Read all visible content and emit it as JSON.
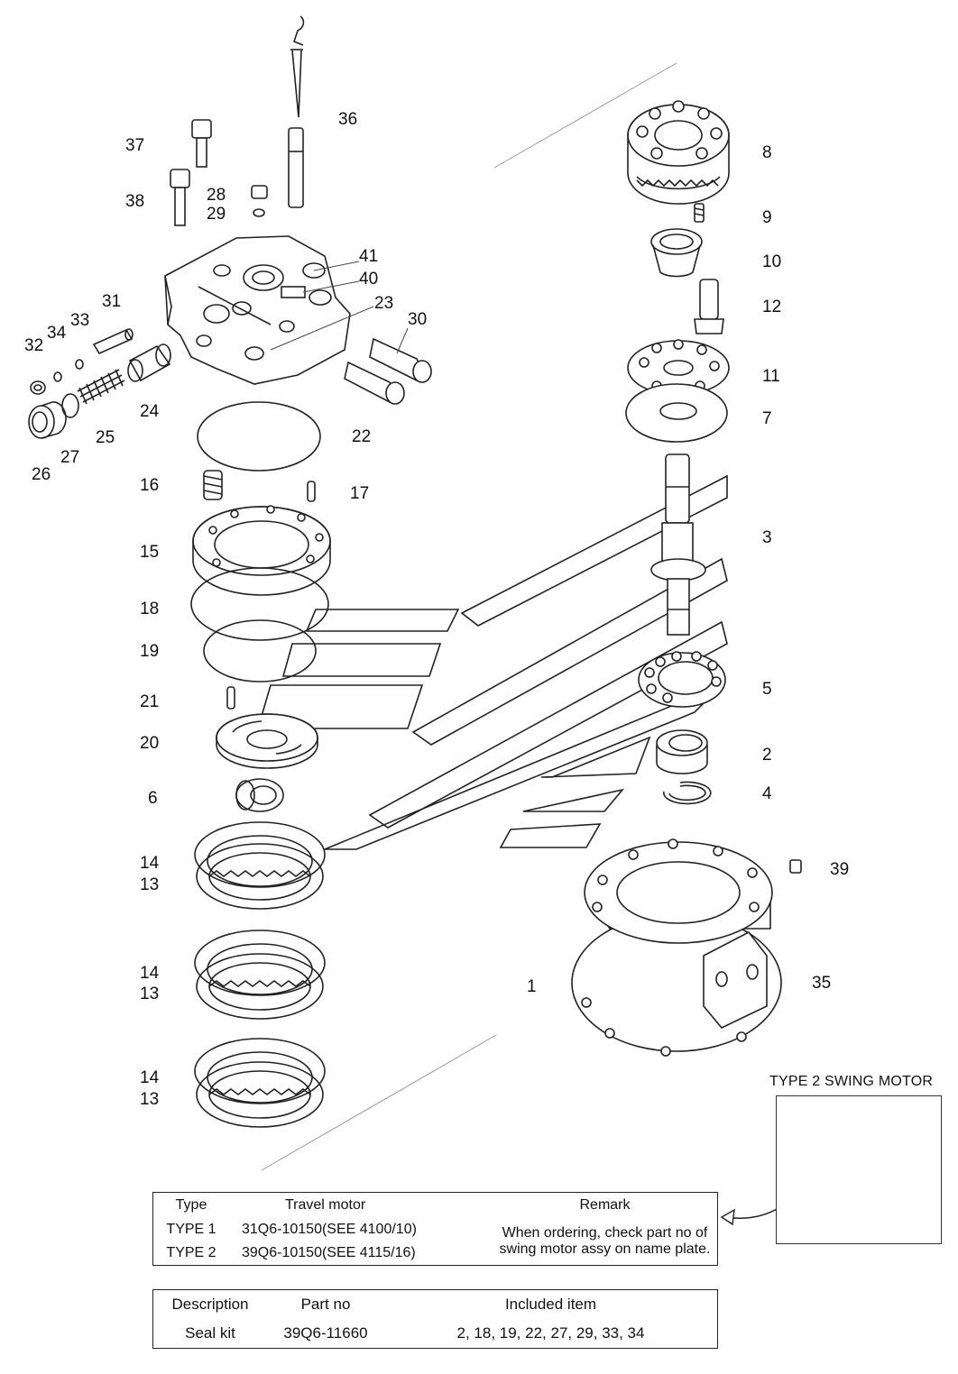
{
  "part_numbers": {
    "n1": "1",
    "n2": "2",
    "n3": "3",
    "n4": "4",
    "n5": "5",
    "n6": "6",
    "n7": "7",
    "n8": "8",
    "n9": "9",
    "n10": "10",
    "n11": "11",
    "n12": "12",
    "n13a": "13",
    "n13b": "13",
    "n13c": "13",
    "n14a": "14",
    "n14b": "14",
    "n14c": "14",
    "n15": "15",
    "n16": "16",
    "n17": "17",
    "n18": "18",
    "n19": "19",
    "n20": "20",
    "n21": "21",
    "n22": "22",
    "n23": "23",
    "n24": "24",
    "n25": "25",
    "n26": "26",
    "n27": "27",
    "n28": "28",
    "n29": "29",
    "n30": "30",
    "n31": "31",
    "n32": "32",
    "n33": "33",
    "n34": "34",
    "n35": "35",
    "n36": "36",
    "n37": "37",
    "n38": "38",
    "n39": "39",
    "n40": "40",
    "n41": "41"
  },
  "type2_caption": "TYPE 2 SWING MOTOR",
  "type_table": {
    "headers": {
      "type": "Type",
      "motor": "Travel motor",
      "remark": "Remark"
    },
    "rows": [
      {
        "type": "TYPE 1",
        "motor": "31Q6-10150(SEE 4100/10)"
      },
      {
        "type": "TYPE 2",
        "motor": "39Q6-10150(SEE 4115/16)"
      }
    ],
    "remark_line1": "When ordering, check part no of",
    "remark_line2": "swing motor assy on name plate."
  },
  "kit_table": {
    "headers": {
      "description": "Description",
      "part_no": "Part no",
      "included": "Included item"
    },
    "row": {
      "description": "Seal kit",
      "part_no": "39Q6-11660",
      "included": "2, 18, 19, 22, 27, 29, 33, 34"
    }
  }
}
